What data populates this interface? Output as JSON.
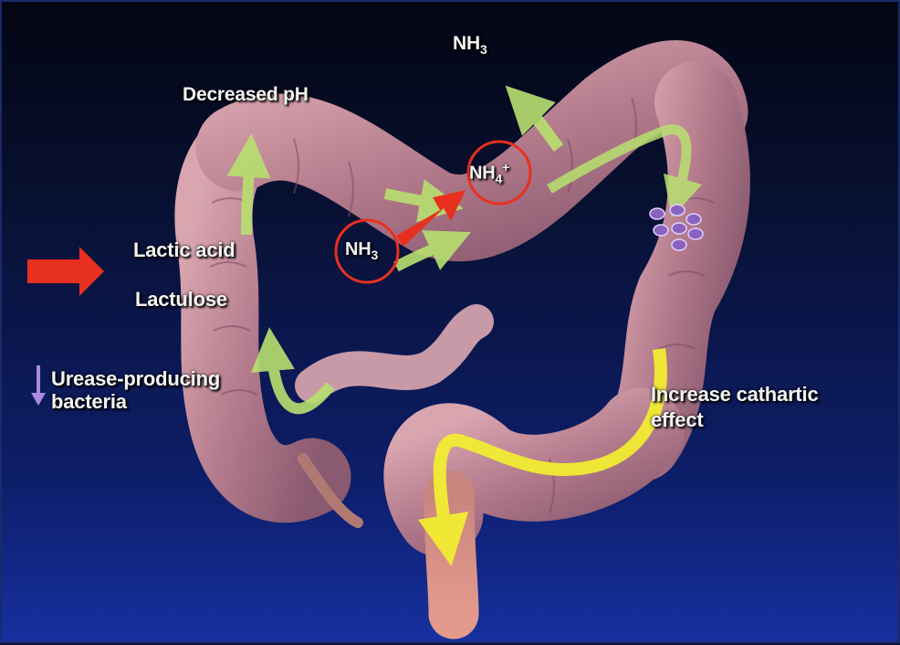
{
  "labels": {
    "nh3_top": "NH",
    "nh3_top_sub": "3",
    "decreased_ph": "Decreased pH",
    "nh4": "NH",
    "nh4_sub": "4",
    "nh4_sup": "+",
    "nh3_mid": "NH",
    "nh3_mid_sub": "3",
    "lactic_acid": "Lactic acid",
    "lactulose": "Lactulose",
    "urease_line1": "Urease-producing",
    "urease_line2": "bacteria",
    "cathartic_line1": "Increase cathartic",
    "cathartic_line2": "effect"
  },
  "colors": {
    "background_top": "#030512",
    "background_bottom": "#1630a0",
    "colon": "#c48a96",
    "highlight_red": "#e8301f",
    "green_arrow": "#b8e070",
    "yellow_arrow": "#f4f030",
    "decrease_arrow": "#a88ae0"
  }
}
